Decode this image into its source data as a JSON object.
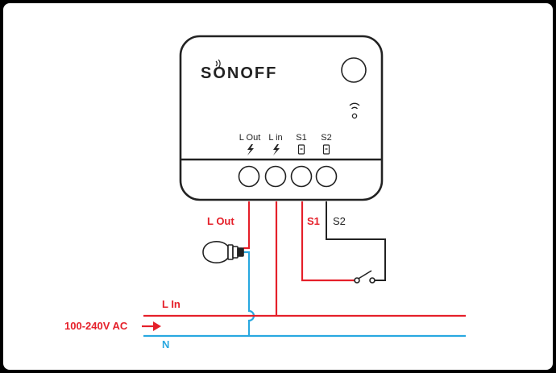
{
  "device": {
    "brand": "SONOFF",
    "terminals": {
      "l_out": "L Out",
      "l_in": "L in",
      "s1": "S1",
      "s2": "S2"
    }
  },
  "wiring": {
    "l_out_label": "L Out",
    "s1_label": "S1",
    "s2_label": "S2",
    "l_in_label": "L In",
    "n_label": "N",
    "supply_label": "100-240V AC"
  },
  "colors": {
    "live": "#e5202a",
    "neutral": "#29a8e0",
    "switch_wire": "#222222",
    "device_outline": "#222222"
  },
  "icons": {
    "power_button": "round-button-icon",
    "wifi": "wifi-signal-icon",
    "lightning": "lightning-icon",
    "switch_input": "switch-input-icon",
    "bulb": "light-bulb-icon",
    "wall_switch": "wall-switch-icon",
    "arrow": "arrow-right-icon"
  }
}
